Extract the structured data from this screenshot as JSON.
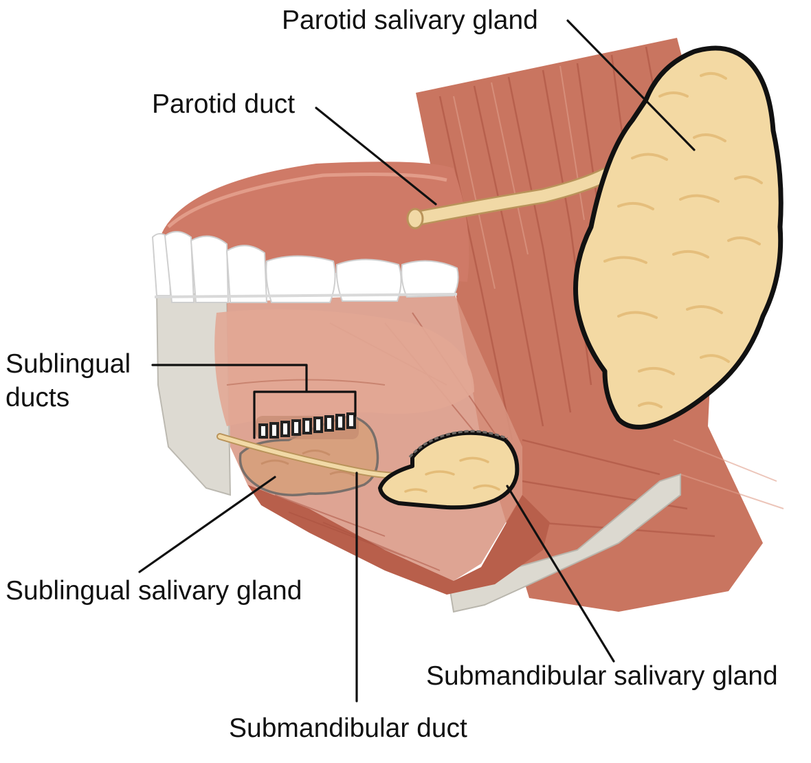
{
  "labels": {
    "parotid_gland": "Parotid salivary gland",
    "parotid_duct": "Parotid duct",
    "sublingual_ducts_line1": "Sublingual",
    "sublingual_ducts_line2": "ducts",
    "sublingual_gland": "Sublingual salivary gland",
    "submandibular_gland": "Submandibular salivary gland",
    "submandibular_duct": "Submandibular duct"
  },
  "colors": {
    "muscle": "#c97560",
    "muscle_dark": "#a9503f",
    "muscle_light": "#e0a08c",
    "gum": "#cf7a67",
    "gland": "#f3d9a3",
    "gland_shadow": "#e4bc78",
    "gland_outline": "#111111",
    "tooth": "#ffffff",
    "tooth_shade": "#dcdcdc",
    "bone": "#dcd9d0",
    "bone_edge": "#b9b6ad",
    "duct": "#f1d9a6",
    "leader": "#111111"
  }
}
